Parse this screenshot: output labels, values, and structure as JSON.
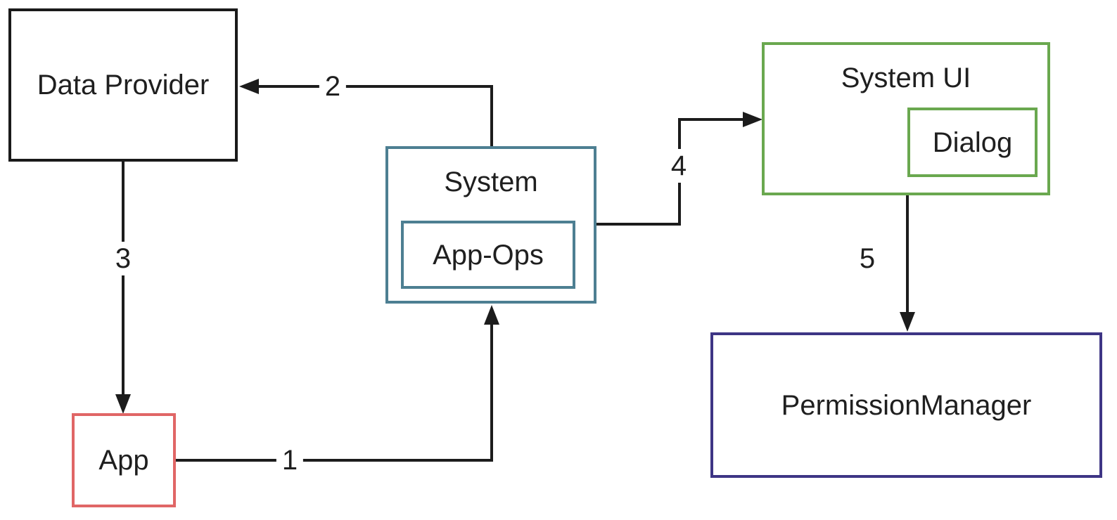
{
  "colors": {
    "background": "#ffffff",
    "line": "#1c1c1c",
    "text": "#1f1f1f",
    "box-black": "#1a1a1a",
    "box-red": "#e06666",
    "box-teal": "#4d7f92",
    "box-green": "#6aa84f",
    "box-purple": "#3e3585"
  },
  "nodes": {
    "data_provider": {
      "label": "Data Provider",
      "border_color": "#1a1a1a"
    },
    "app": {
      "label": "App",
      "border_color": "#e06666"
    },
    "system": {
      "label": "System",
      "border_color": "#4d7f92"
    },
    "app_ops": {
      "label": "App-Ops",
      "border_color": "#4d7f92"
    },
    "system_ui": {
      "label": "System UI",
      "border_color": "#6aa84f"
    },
    "dialog": {
      "label": "Dialog",
      "border_color": "#6aa84f"
    },
    "permission_manager": {
      "label": "PermissionManager",
      "border_color": "#3e3585"
    }
  },
  "edges": {
    "step1": {
      "label": "1",
      "from": "App",
      "to": "System"
    },
    "step2": {
      "label": "2",
      "from": "System",
      "to": "Data Provider"
    },
    "step3": {
      "label": "3",
      "from": "Data Provider",
      "to": "App"
    },
    "step4": {
      "label": "4",
      "from": "System",
      "to": "System UI"
    },
    "step5": {
      "label": "5",
      "from": "System UI",
      "to": "PermissionManager"
    }
  }
}
